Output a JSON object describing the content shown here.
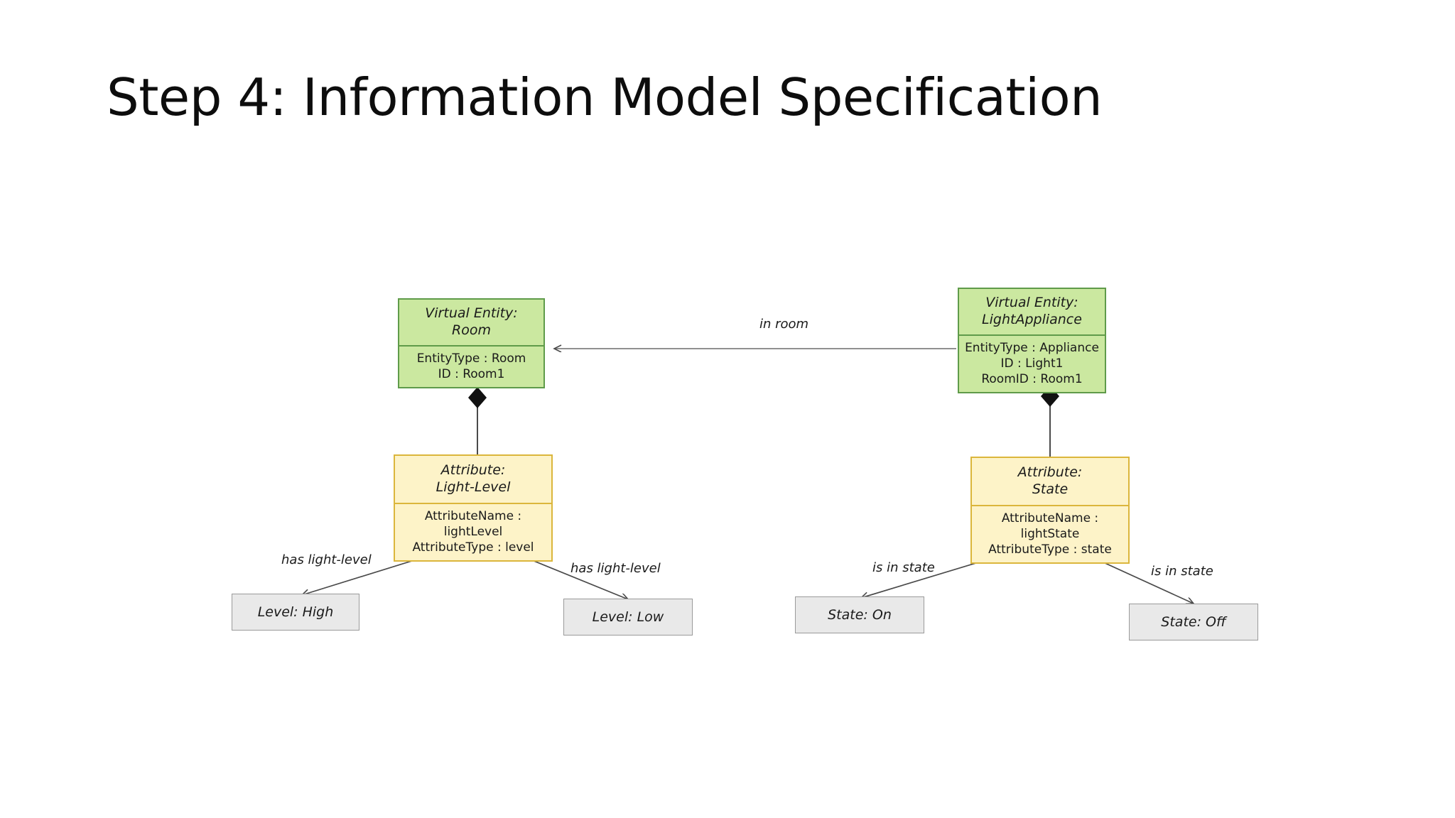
{
  "slide": {
    "title": "Step 4: Information Model Specification",
    "background_color": "#ffffff"
  },
  "palette": {
    "entity_fill": "#cbe8a0",
    "entity_border": "#5f9b4a",
    "attribute_fill": "#fdf3c8",
    "attribute_border": "#dbb63c",
    "value_fill": "#e9e9e9",
    "value_border": "#9a9a9a",
    "edge_color": "#4a4a4a",
    "text_color": "#1a1a1a"
  },
  "diagram": {
    "type": "uml-class-diagram",
    "entities": [
      {
        "id": "room",
        "header_line1": "Virtual Entity:",
        "header_line2": "Room",
        "attributes": [
          "EntityType  : Room",
          "ID : Room1"
        ]
      },
      {
        "id": "light-appliance",
        "header_line1": "Virtual Entity:",
        "header_line2": "LightAppliance",
        "attributes": [
          "EntityType : Appliance",
          "ID : Light1",
          "RoomID : Room1"
        ]
      }
    ],
    "attribute_nodes": [
      {
        "id": "light-level",
        "header_line1": "Attribute:",
        "header_line2": "Light-Level",
        "attributes": [
          "AttributeName : lightLevel",
          "AttributeType : level"
        ]
      },
      {
        "id": "state",
        "header_line1": "Attribute:",
        "header_line2": "State",
        "attributes": [
          "AttributeName : lightState",
          "AttributeType : state"
        ]
      }
    ],
    "value_nodes": [
      {
        "id": "level-high",
        "label": "Level: High"
      },
      {
        "id": "level-low",
        "label": "Level: Low"
      },
      {
        "id": "state-on",
        "label": "State: On"
      },
      {
        "id": "state-off",
        "label": "State: Off"
      }
    ],
    "edge_labels": {
      "in_room": "in room",
      "has_light_level_left": "has light-level",
      "has_light_level_right": "has light-level",
      "is_in_state_left": "is in state",
      "is_in_state_right": "is in state"
    }
  }
}
